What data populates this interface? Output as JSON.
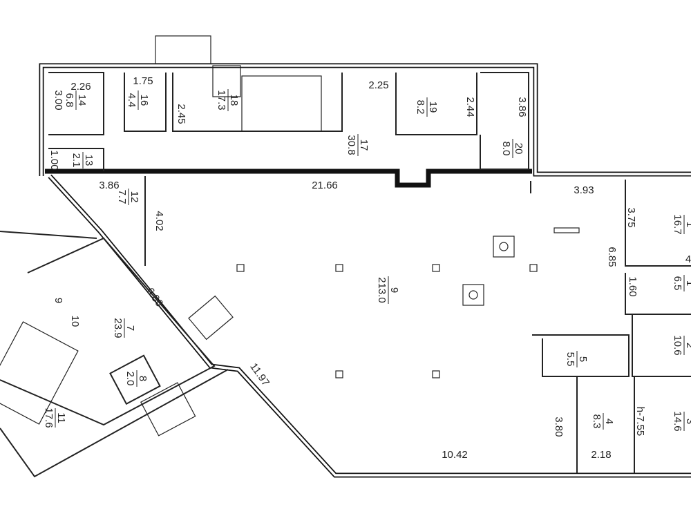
{
  "title": "Floor plan",
  "rooms": [
    {
      "no": "14",
      "area": "6.8"
    },
    {
      "no": "16",
      "area": "4.4"
    },
    {
      "no": "18",
      "area": "17.3"
    },
    {
      "no": "19",
      "area": "8.2"
    },
    {
      "no": "17",
      "area": "30.8"
    },
    {
      "no": "20",
      "area": "8.0"
    },
    {
      "no": "13",
      "area": "2.1"
    },
    {
      "no": "12",
      "area": "7.7"
    },
    {
      "no": "9",
      "area": "213.0"
    },
    {
      "no": "7",
      "area": "23.9"
    },
    {
      "no": "8",
      "area": "2.0"
    },
    {
      "no": "11",
      "area": "17.6"
    },
    {
      "no": "5",
      "area": "5.5"
    },
    {
      "no": "4",
      "area": "8.3"
    },
    {
      "no": "3",
      "area": "14.6"
    },
    {
      "no": "2",
      "area": "10.6"
    },
    {
      "no": "1",
      "area": "16.7"
    },
    {
      "no": "1",
      "area": "6.5"
    }
  ],
  "small_rooms": [
    "9",
    "10"
  ],
  "dimensions": [
    "2.26",
    "3.00",
    "1.75",
    "2.45",
    "2.25",
    "2.44",
    "3.86",
    "1.00",
    "3.86",
    "21.66",
    "4.02",
    "3.93",
    "3.75",
    "6.85",
    "1.60",
    "6.86",
    "11.97",
    "3.80",
    "h-7.55",
    "10.42",
    "2.18",
    "4"
  ],
  "colors": {
    "line": "#111111",
    "background": "#ffffff"
  }
}
